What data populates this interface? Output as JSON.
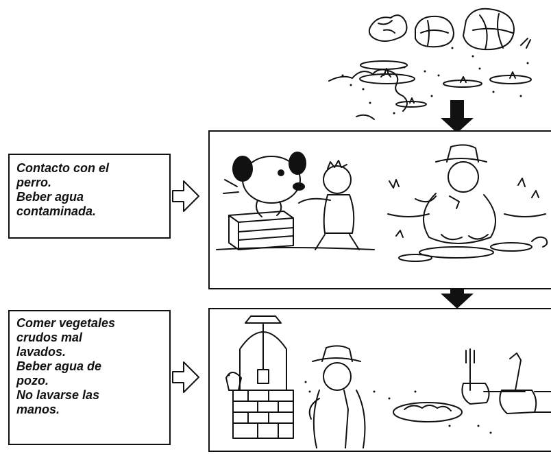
{
  "steps": [
    {
      "lines": [
        "Contacto con el",
        "perro.",
        "Beber agua",
        "contaminada."
      ]
    },
    {
      "lines": [
        "Comer vegetales",
        "crudos mal",
        "lavados.",
        "Beber agua de",
        "pozo.",
        "No lavarse las",
        "manos."
      ]
    }
  ]
}
